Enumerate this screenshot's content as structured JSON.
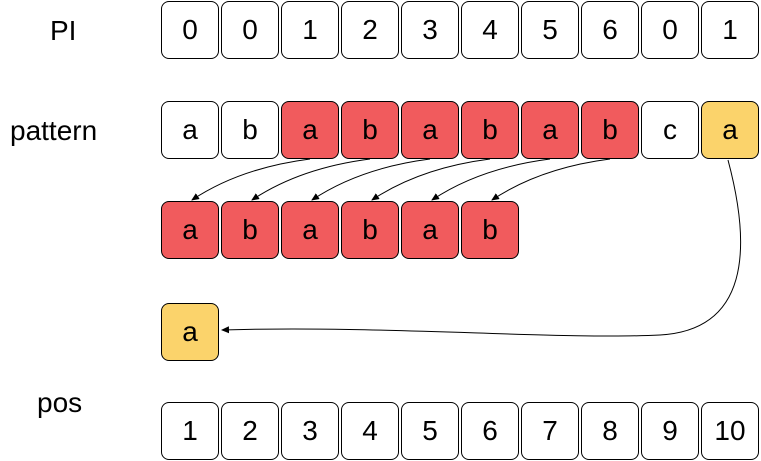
{
  "labels": {
    "pi": "PI",
    "pattern": "pattern",
    "pos": "pos"
  },
  "pi_values": [
    "0",
    "0",
    "1",
    "2",
    "3",
    "4",
    "5",
    "6",
    "0",
    "1"
  ],
  "pattern_chars": [
    "a",
    "b",
    "a",
    "b",
    "a",
    "b",
    "a",
    "b",
    "c",
    "a"
  ],
  "pattern_highlight": [
    "none",
    "none",
    "red",
    "red",
    "red",
    "red",
    "red",
    "red",
    "none",
    "yellow"
  ],
  "shifted_chars": [
    "a",
    "b",
    "a",
    "b",
    "a",
    "b"
  ],
  "single_char": "a",
  "pos_values": [
    "1",
    "2",
    "3",
    "4",
    "5",
    "6",
    "7",
    "8",
    "9",
    "10"
  ],
  "colors": {
    "red": "#f15b5d",
    "yellow": "#fbd36b",
    "border": "#000000",
    "background": "#ffffff"
  }
}
